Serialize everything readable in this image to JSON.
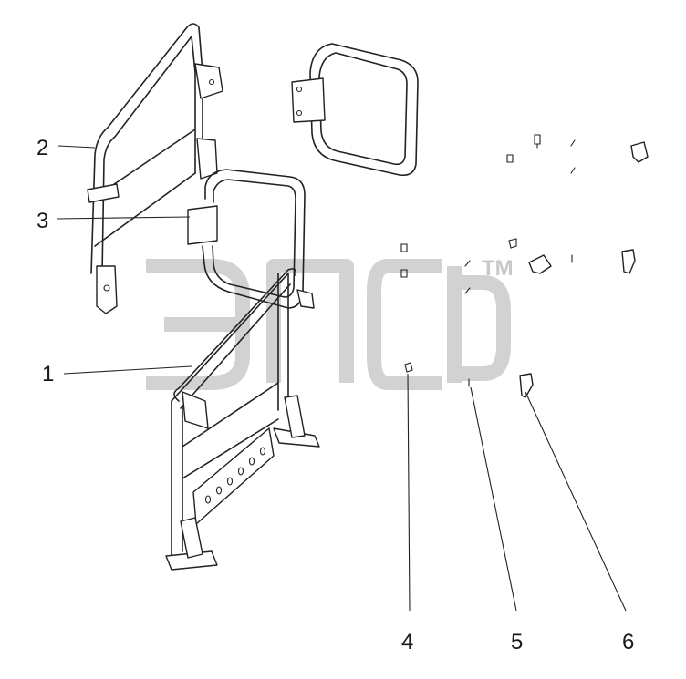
{
  "labels": [
    {
      "id": "1",
      "text": "1"
    },
    {
      "id": "2",
      "text": "2"
    },
    {
      "id": "3",
      "text": "3"
    },
    {
      "id": "4",
      "text": "4"
    },
    {
      "id": "5",
      "text": "5"
    },
    {
      "id": "6",
      "text": "6"
    }
  ],
  "watermark": {
    "trademark": "TM"
  },
  "colors": {
    "line": "#222222",
    "watermark": "#d2d2d2",
    "background": "#ffffff"
  }
}
